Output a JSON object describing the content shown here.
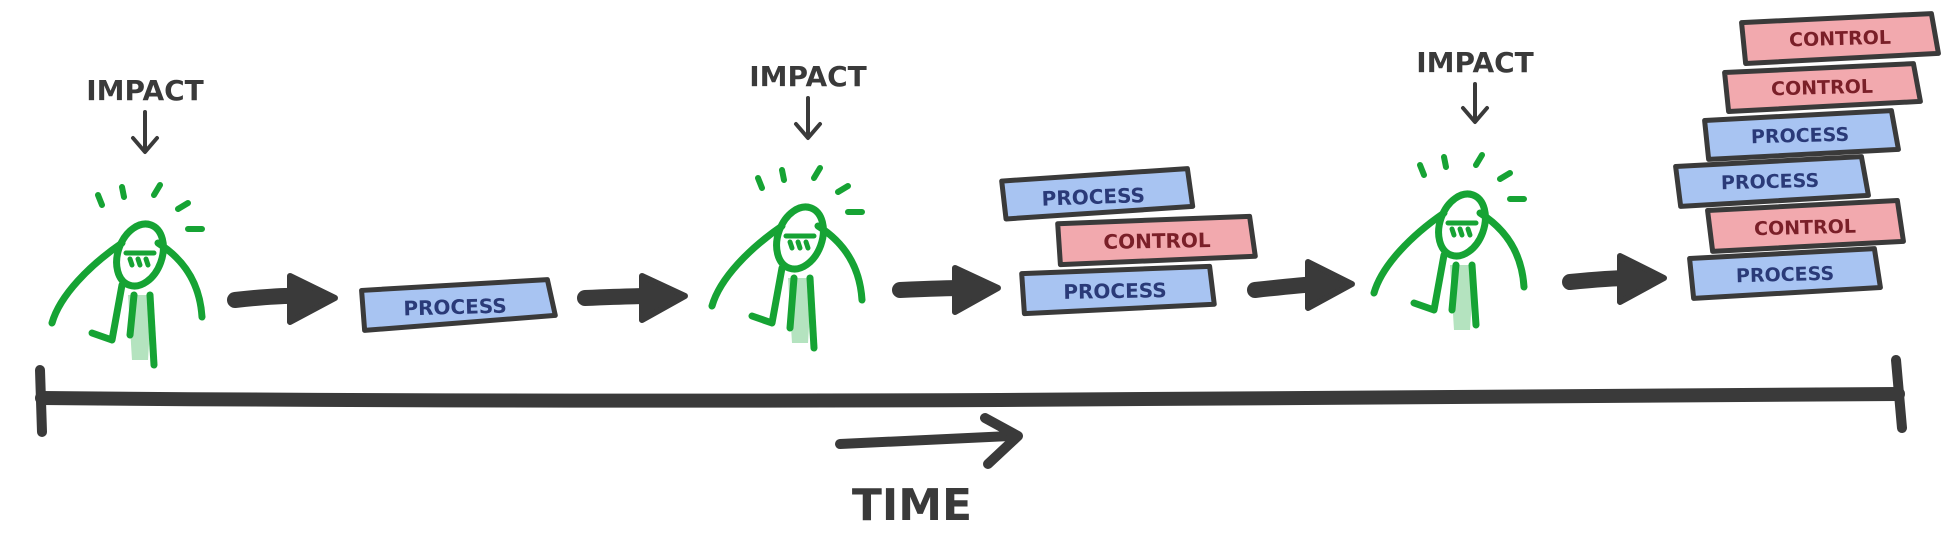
{
  "labels": {
    "impact": "IMPACT",
    "process": "PROCESS",
    "control": "CONTROL",
    "time": "TIME"
  },
  "colors": {
    "ink": "#3a3a3a",
    "figure_green": "#16a334",
    "figure_light_green": "#b4e3bf",
    "process_fill": "#a8c4f2",
    "control_fill": "#f2a9ae",
    "process_text": "#2a3a78",
    "control_text": "#7a1f28"
  },
  "stages": [
    {
      "impact_label": "IMPACT",
      "stack": [
        "PROCESS"
      ]
    },
    {
      "impact_label": "IMPACT",
      "stack": [
        "PROCESS",
        "CONTROL",
        "PROCESS"
      ]
    },
    {
      "impact_label": "IMPACT",
      "stack": [
        "CONTROL",
        "CONTROL",
        "PROCESS",
        "PROCESS",
        "CONTROL",
        "PROCESS"
      ]
    }
  ],
  "timeline": {
    "label": "TIME",
    "direction_arrow": "right-arrow"
  }
}
